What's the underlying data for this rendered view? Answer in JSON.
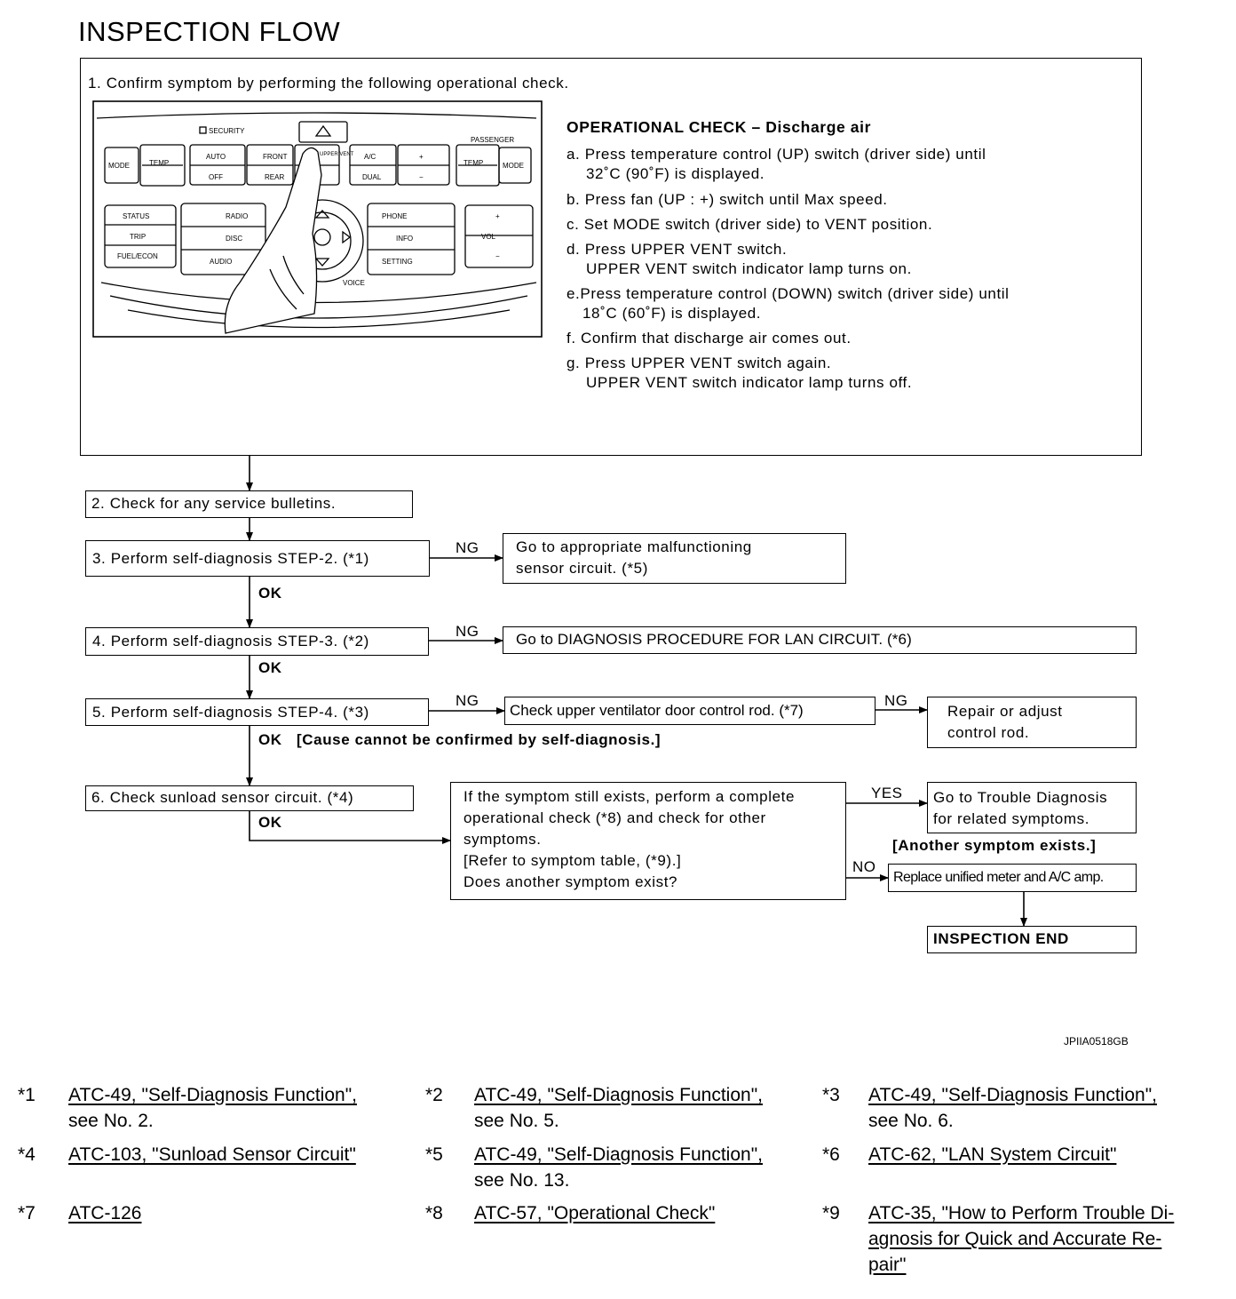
{
  "title": "INSPECTION FLOW",
  "step1": {
    "label": "1. Confirm symptom by performing the following operational check.",
    "panel": {
      "security": "SECURITY",
      "passenger": "PASSENGER",
      "auto": "AUTO",
      "off": "OFF",
      "front": "FRONT",
      "rear": "REAR",
      "upper_vent": "UPPER VENT",
      "ac": "A/C",
      "dual": "DUAL",
      "mode": "MODE",
      "temp": "TEMP",
      "status": "STATUS",
      "trip": "TRIP",
      "fuel_econ": "FUEL/ECON",
      "radio": "RADIO",
      "disc": "DISC",
      "audio": "AUDIO",
      "phone": "PHONE",
      "info": "INFO",
      "setting": "SETTING",
      "voice": "VOICE",
      "vol": "VOL",
      "plus": "+",
      "minus": "−"
    },
    "check_title": "OPERATIONAL CHECK – Discharge air",
    "check_lines": [
      "a. Press temperature control (UP) switch (driver side) until",
      "32˚C (90˚F) is displayed.",
      "b. Press fan (UP : +) switch until Max speed.",
      "c. Set MODE switch (driver side) to VENT position.",
      "d. Press UPPER VENT switch.",
      "UPPER VENT switch indicator lamp turns on.",
      "e.Press temperature control (DOWN) switch (driver side) until",
      "18˚C (60˚F) is displayed.",
      "f. Confirm that discharge air comes out.",
      "g. Press UPPER VENT switch again.",
      "UPPER VENT switch indicator lamp turns off."
    ]
  },
  "steps": {
    "s2": "2. Check for any service bulletins.",
    "s3": "3. Perform self-diagnosis STEP-2. (*1)",
    "s4": "4. Perform self-diagnosis STEP-3. (*2)",
    "s5": "5. Perform self-diagnosis STEP-4. (*3)",
    "s6": "6. Check sunload sensor circuit. (*4)"
  },
  "results": {
    "r3": [
      "Go to appropriate malfunctioning",
      "sensor circuit. (*5)"
    ],
    "r4": "Go to DIAGNOSIS PROCEDURE FOR LAN CIRCUIT. (*6)",
    "r5": "Check upper ventilator door control rod. (*7)",
    "r5b": [
      "Repair or adjust",
      "control rod."
    ],
    "question": [
      "If the symptom still exists, perform a complete",
      "operational check (*8) and check for other",
      "symptoms.",
      "[Refer to symptom table, (*9).]",
      "Does another symptom exist?"
    ],
    "yes_box": [
      "Go to Trouble Diagnosis",
      "for related symptoms."
    ],
    "another": "[Another symptom exists.]",
    "replace": "Replace unified meter and A/C amp.",
    "end": "INSPECTION END"
  },
  "labels": {
    "ng": "NG",
    "ok": "OK",
    "yes": "YES",
    "no": "NO",
    "cause": "[Cause cannot be confirmed by self-diagnosis.]"
  },
  "figure_code": "JPIIA0518GB",
  "references": [
    {
      "mark": "*1",
      "lines": [
        "ATC-49, \"Self-Diagnosis Function\",",
        "see No. 2."
      ]
    },
    {
      "mark": "*2",
      "lines": [
        "ATC-49, \"Self-Diagnosis Function\",",
        "see No. 5."
      ]
    },
    {
      "mark": "*3",
      "lines": [
        "ATC-49, \"Self-Diagnosis Function\",",
        "see No. 6."
      ]
    },
    {
      "mark": "*4",
      "lines": [
        "ATC-103, \"Sunload Sensor Circuit\""
      ]
    },
    {
      "mark": "*5",
      "lines": [
        "ATC-49, \"Self-Diagnosis Function\",",
        "see No. 13."
      ]
    },
    {
      "mark": "*6",
      "lines": [
        "ATC-62, \"LAN System Circuit\""
      ]
    },
    {
      "mark": "*7",
      "lines": [
        "ATC-126"
      ]
    },
    {
      "mark": "*8",
      "lines": [
        "ATC-57, \"Operational Check\""
      ]
    },
    {
      "mark": "*9",
      "lines": [
        "ATC-35, \"How to Perform Trouble Di-",
        "agnosis for Quick and Accurate Re-",
        "pair\""
      ]
    }
  ]
}
